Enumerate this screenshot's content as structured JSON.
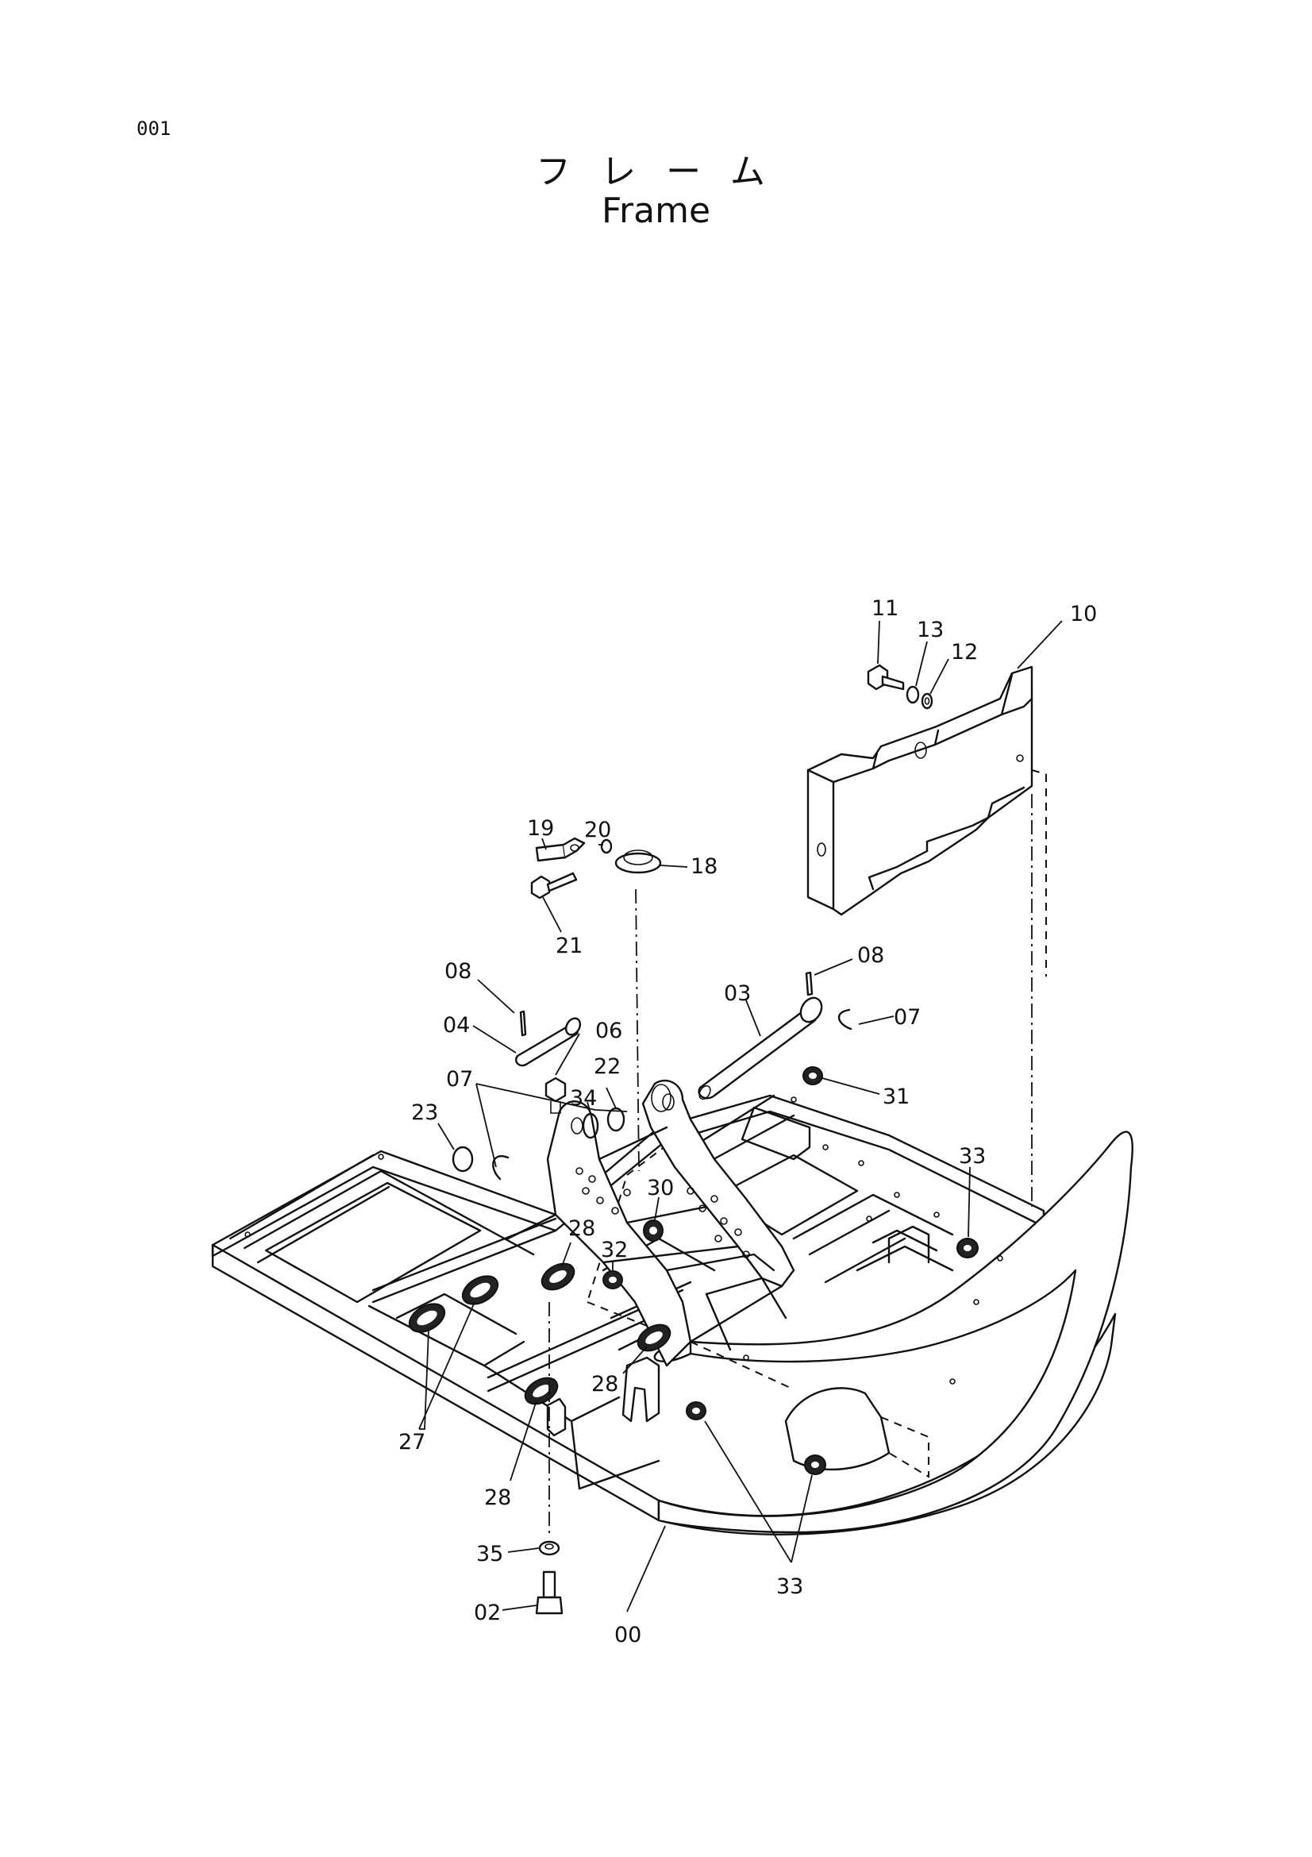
{
  "page": {
    "code": "001",
    "title_jp": "フレーム",
    "title_en": "Frame"
  },
  "callouts": {
    "p00": "00",
    "p02": "02",
    "p03": "03",
    "p04": "04",
    "p06": "06",
    "p07a": "07",
    "p07b": "07",
    "p08a": "08",
    "p08b": "08",
    "p10": "10",
    "p11": "11",
    "p12": "12",
    "p13": "13",
    "p18": "18",
    "p19": "19",
    "p20": "20",
    "p21": "21",
    "p22": "22",
    "p23": "23",
    "p27": "27",
    "p28a": "28",
    "p28b": "28",
    "p28c": "28",
    "p30": "30",
    "p31": "31",
    "p32": "32",
    "p33a": "33",
    "p33b": "33",
    "p34": "34",
    "p35": "35"
  }
}
